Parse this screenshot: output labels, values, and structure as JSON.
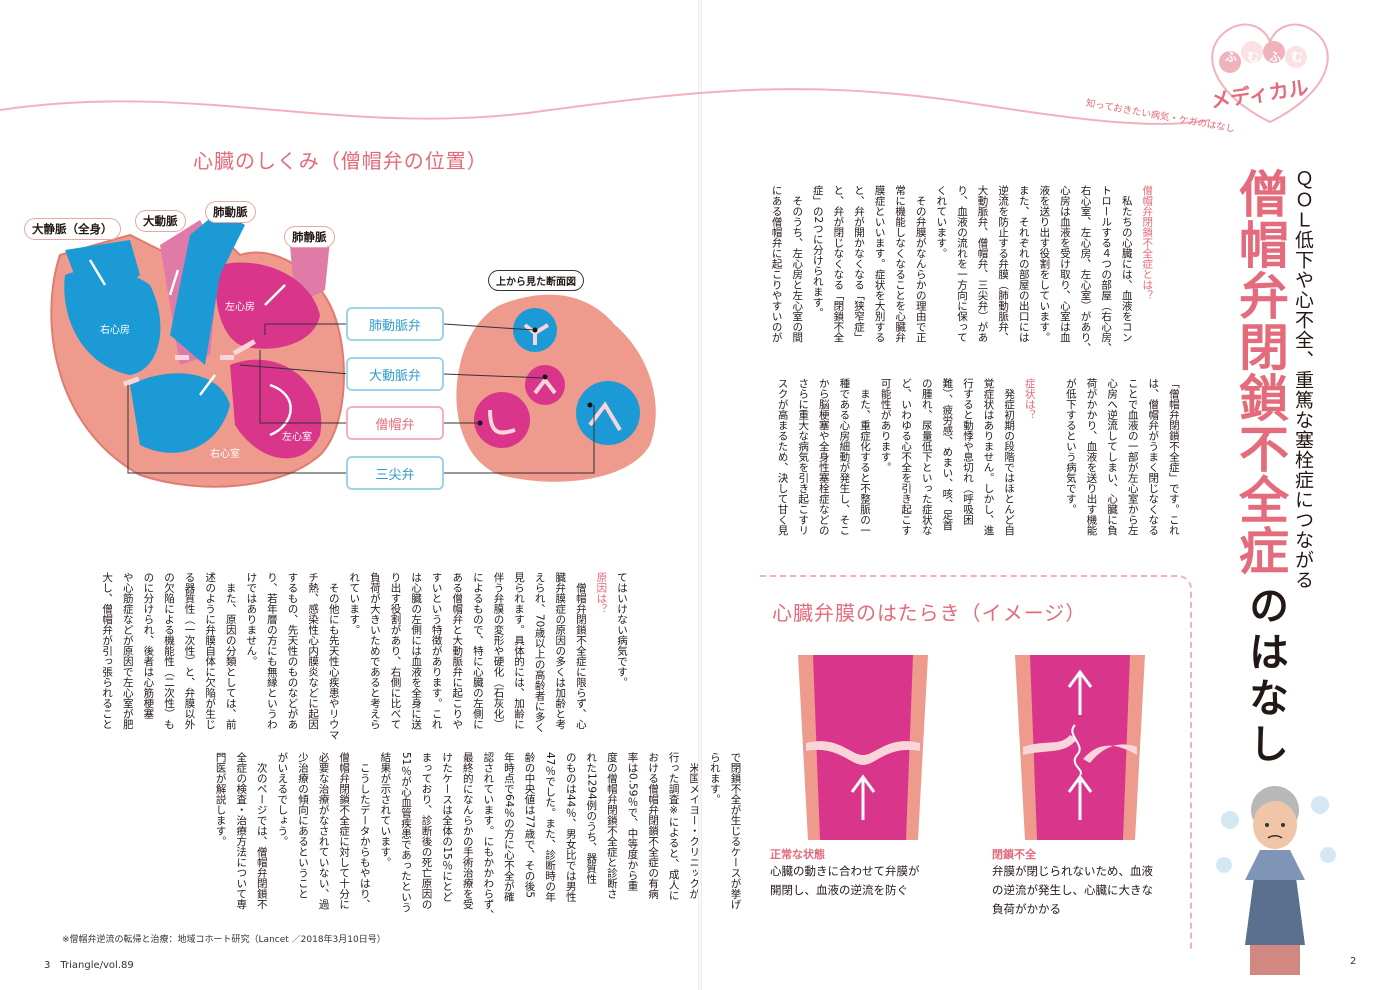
{
  "left_page": {
    "diagram_title": "心臓のしくみ（僧帽弁の位置）",
    "vessel_labels": [
      "大静脈（全身）",
      "大動脈",
      "肺動脈",
      "肺静脈"
    ],
    "chamber_labels": {
      "right_atrium": "右心房",
      "right_ventricle": "右心室",
      "left_atrium": "左心房",
      "left_ventricle": "左心室"
    },
    "cross_section_label": "上から見た断面図",
    "valve_labels": [
      "肺動脈弁",
      "大動脈弁",
      "僧帽弁",
      "三尖弁"
    ],
    "body_columns": [
      "てはいけない病気です。",
      "原因は？",
      "　僧帽弁閉鎖不全症に限らず、心",
      "臓弁膜症の原因の多くは加齢と考",
      "えられ、70歳以上の高齢者に多く",
      "見られます。具体的には、加齢に",
      "伴う弁膜の変形や硬化（石灰化）",
      "によるもので、特に心臓の左側に",
      "ある僧帽弁と大動脈弁に起こりや",
      "すいという特徴があります。これ",
      "は心臓の左側には血液を全身に送",
      "り出す役割があり、右側に比べて",
      "負荷が大きいためであると考えら",
      "れています。",
      "　その他にも先天性心疾患やリウマ",
      "チ熱、感染性心内膜炎などに起因",
      "するもの、先天性のものなどがあ",
      "り、若年層の方にも無縁というわ",
      "けではありません。",
      "　また、原因の分類としては、前",
      "述のように弁膜自体に欠陥が生じ",
      "る器質性（一次性）と、弁膜以外",
      "の欠陥による機能性（二次性）も",
      "のに分けられ、後者は心筋梗塞",
      "や心筋症などが原因で左心室が肥",
      "大し、僧帽弁が引っ張られること"
    ],
    "body_columns_2": [
      "で閉鎖不全が生じるケースが挙げ",
      "られます。",
      "　米国メイヨー・クリニックが",
      "行った調査※によると、成人に",
      "おける僧帽弁閉鎖不全症の有病",
      "率は0.59％で、中等度から重",
      "度の僧帽弁閉鎖不全症と診断さ",
      "れた1294例のうち、器質性",
      "のものは44％、男女比では男性",
      "47％でした。また、診断時の年",
      "齢の中央値は77歳で、その後5",
      "年時点で64％の方に心不全が確",
      "認されています。にもかかわらず、",
      "最終的になんらかの手術治療を受",
      "けたケースは全体の15％にとど",
      "まっており、診断後の死亡原因の",
      "51％が心血管疾患であったという",
      "結果が示されています。",
      "　こうしたデータからもやはり、",
      "僧帽弁閉鎖不全症に対して十分に",
      "必要な治療がなされていない、過",
      "少治療の傾向にあるということ",
      "がいえるでしょう。",
      "　次のページでは、僧帽弁閉鎖不",
      "全症の検査・治療方法について専",
      "門医が解説します。"
    ],
    "footnote": "※僧帽弁逆流の転帰と治療：地域コホート研究（Lancet ／2018年3月10日号）",
    "folio": "3　Triangle/vol.89"
  },
  "right_page": {
    "series_logo": {
      "top": "ふむふむ",
      "bottom": "メディカル",
      "arc": "知っておきたい病気・ケガのはなし"
    },
    "headline_sub": "ＱＯＬ低下や心不全、重篤な塞栓症につながる",
    "headline_main": "僧帽弁閉鎖不全症",
    "headline_tail": "のはなし",
    "body_columns": [
      "僧帽弁閉鎖不全症とは？",
      "　私たちの心臓には、血液をコン",
      "トロールする４つの部屋（右心房、",
      "右心室、左心房、左心室）があり、",
      "心房は血液を受け取り、心室は血",
      "液を送り出す役割をしています。",
      "また、それぞれの部屋の出口には",
      "逆流を防止する弁膜（肺動脈弁、",
      "大動脈弁、僧帽弁、三尖弁）があ",
      "り、血液の流れを一方向に保って",
      "くれています。",
      "　その弁膜がなんらかの理由で正",
      "常に機能しなくなることを心臓弁",
      "膜症といいます。症状を大別する",
      "と、弁が開かなくなる「狭窄症」",
      "と、弁が閉じなくなる「閉鎖不全",
      "症」の2つに分けられます。",
      "　そのうち、左心房と左心室の間",
      "にある僧帽弁に起こりやすいのが"
    ],
    "body_columns_2": [
      "「僧帽弁閉鎖不全症」です。これ",
      "は、僧帽弁がうまく閉じなくなる",
      "ことで血液の一部が左心室から左",
      "心房へ逆流してしまい、心臓に負",
      "荷がかかり、血液を送り出す機能",
      "が低下するという病気です。",
      "",
      "症状は？",
      "　発症初期の段階ではほとんど自",
      "覚症状はありません。しかし、進",
      "行すると動悸や息切れ（呼吸困",
      "難）、疲労感、めまい、咳、足首",
      "の腫れ、尿量低下といった症状な",
      "ど、いわゆる心不全を引き起こす",
      "可能性があります。",
      "　また、重症化すると不整脈の一",
      "種である心房細動が発生し、そこ",
      "から脳梗塞や全身性塞栓症などの",
      "さらに重大な病気を引き起こすリ",
      "スクが高まるため、決して甘く見"
    ],
    "valve_section_title": "心臓弁膜のはたらき（イメージ）",
    "normal": {
      "title": "正常な状態",
      "text": [
        "心臓の動きに合わせて弁膜が",
        "開閉し、血液の逆流を防ぐ"
      ]
    },
    "regurg": {
      "title": "閉鎖不全",
      "text": [
        "弁膜が閉じられないため、血液",
        "の逆流が発生し、心臓に大きな",
        "負荷がかかる"
      ]
    },
    "folio": "2"
  },
  "colors": {
    "pink": "#e46b7b",
    "blue": "#1c9ad6",
    "magenta": "#d9368b",
    "salmon": "#ee9a8d",
    "light_pink": "#f7d5d9"
  }
}
